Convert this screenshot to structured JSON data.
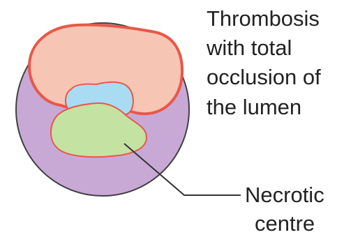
{
  "diagram": {
    "caption_lines": [
      "Thrombosis",
      "with total",
      "occlusion of",
      "the lumen"
    ],
    "label_lines": [
      "Necrotic",
      "centre"
    ],
    "colors": {
      "vessel_wall": "#c8a9d6",
      "vessel_outline": "#404040",
      "plaque_fill": "#f7c5b3",
      "plaque_outline": "#e8574a",
      "thrombus_fill": "#a9dcf3",
      "necrotic_fill": "#c4e2a2",
      "leader_line": "#333333",
      "text": "#222222"
    }
  }
}
